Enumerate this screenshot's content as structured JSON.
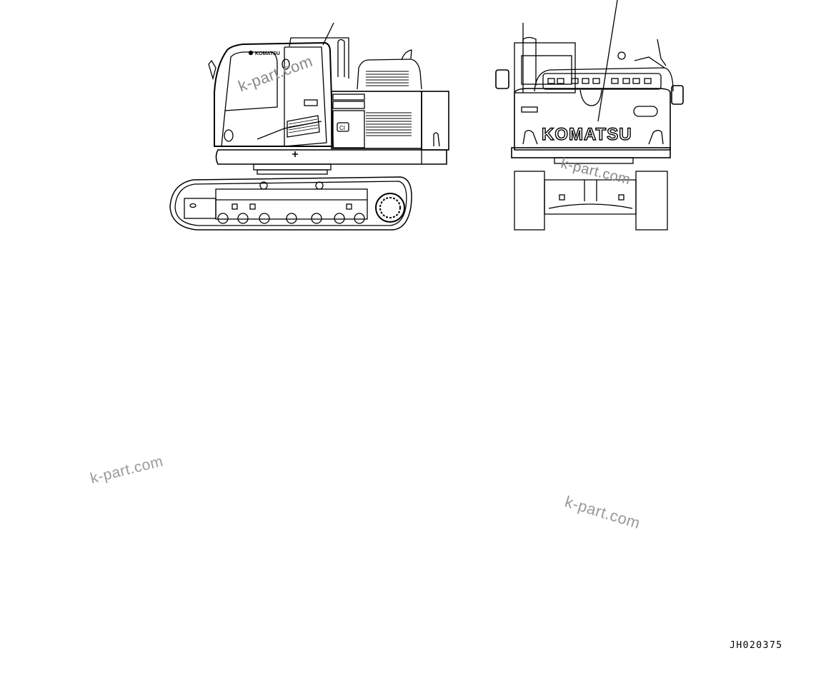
{
  "drawing": {
    "code": "JH020375",
    "views": [
      {
        "name": "side-view",
        "label": "Excavator left side view"
      },
      {
        "name": "rear-view",
        "label": "Excavator rear view"
      }
    ],
    "cab_logo": "KOMATSU",
    "rear_logo": "KOMATSU",
    "side_badge": "CI"
  },
  "watermarks": [
    "k-part.com",
    "k-part.com",
    "k-part.com",
    "k-part.com"
  ],
  "colors": {
    "line": "#000000",
    "background": "#ffffff",
    "watermark": "#999999"
  }
}
